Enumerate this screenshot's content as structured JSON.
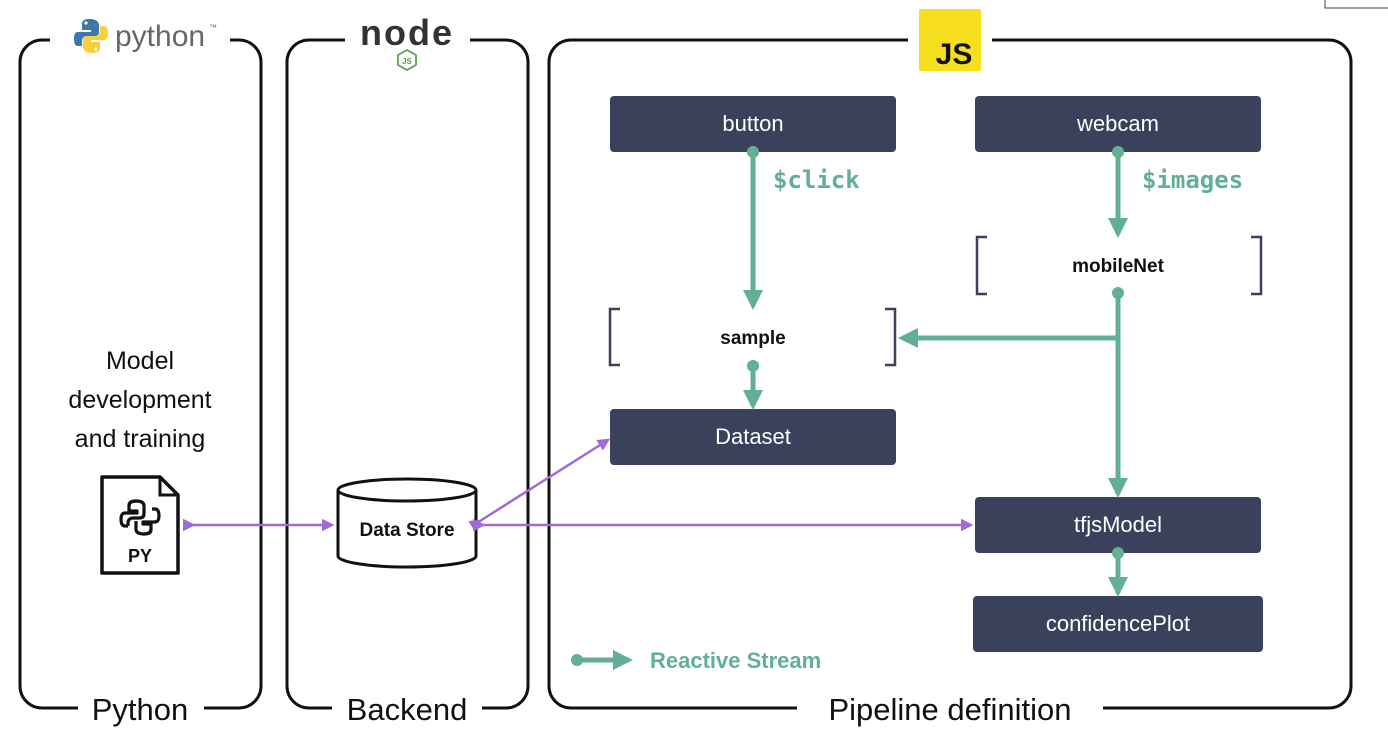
{
  "panels": {
    "python": {
      "logo_text": "python",
      "logo_tm": "™",
      "caption": "Python"
    },
    "backend": {
      "logo_text": "node",
      "logo_badge": "JS",
      "caption": "Backend"
    },
    "pipeline": {
      "logo_text": "JS",
      "caption": "Pipeline definition"
    }
  },
  "python_panel": {
    "description": [
      "Model",
      "development",
      "and training"
    ],
    "file_label": "PY"
  },
  "backend_panel": {
    "store_label": "Data Store"
  },
  "nodes": {
    "button": "button",
    "webcam": "webcam",
    "mobilenet": "mobileNet",
    "sample": "sample",
    "dataset": "Dataset",
    "tfjsmodel": "tfjsModel",
    "confidenceplot": "confidencePlot"
  },
  "streams": {
    "click": "$click",
    "images": "$images"
  },
  "legend": {
    "label": "Reactive Stream"
  },
  "colors": {
    "node_fill": "#3a415a",
    "stream": "#62b092",
    "link": "#a06ad8",
    "frame": "#111111",
    "js_badge": "#f7df1e",
    "python_blue": "#3e77ab",
    "python_yellow": "#f7cf3f",
    "node_green": "#5fa04e"
  }
}
